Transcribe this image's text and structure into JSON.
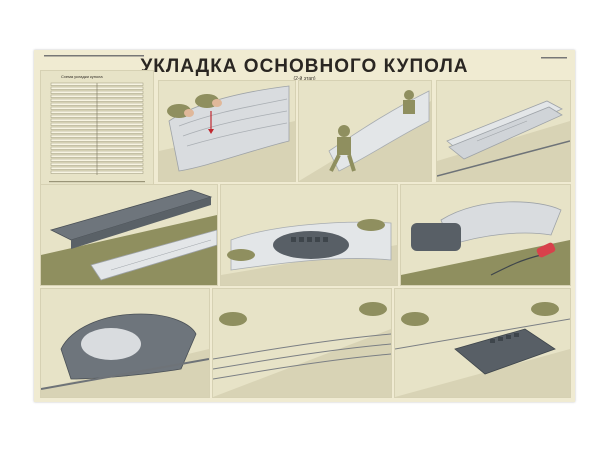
{
  "poster": {
    "title": "УКЛАДКА ОСНОВНОГО КУПОЛА",
    "subtitle": "(2-й этап)",
    "scheme_title": "Схема укладки купола",
    "colors": {
      "paper": "#f0ebd2",
      "olive": "#8f8f5f",
      "gray_canopy": "#d9dcdf",
      "dark_pack": "#585f66",
      "accent_red": "#d8414b"
    }
  }
}
